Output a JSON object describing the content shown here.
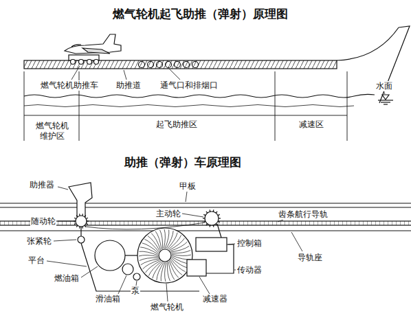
{
  "diagram": {
    "title": "燃气轮机起飞助推（弹射）原理图",
    "labels": [
      "燃气轮机助推车",
      "助推道",
      "通气口和排烟口",
      "水面",
      "燃气轮机 维护区",
      "起飞助推区",
      "减速区",
      "助推（弹射）车原理图",
      "助推器",
      "甲板",
      "随动轮",
      "主动轮",
      "齿条航行导轨",
      "张紧轮",
      "控制箱",
      "平台",
      "导轨座",
      "燃油箱",
      "传动器",
      "滑油箱",
      "泵",
      "减速器",
      "燃气轮机"
    ]
  }
}
